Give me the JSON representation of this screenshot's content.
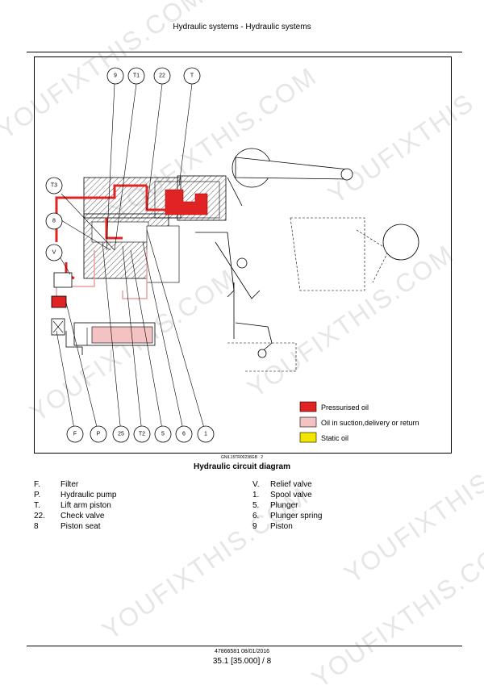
{
  "header": {
    "title": "Hydraulic systems - Hydraulic systems"
  },
  "diagram": {
    "callouts_top": [
      "9",
      "T1",
      "22",
      "T"
    ],
    "callouts_left": [
      "T3",
      "8",
      "V"
    ],
    "callouts_bottom": [
      "F",
      "P",
      "25",
      "T2",
      "5",
      "6",
      "1"
    ],
    "legend": [
      {
        "label": "Pressurised oil",
        "color": "#e02424"
      },
      {
        "label": "Oil in suction,delivery or return",
        "color": "#f4c2c2"
      },
      {
        "label": "Static oil",
        "color": "#f2e600"
      }
    ]
  },
  "figure": {
    "code": "GNIL15TR00238GB",
    "number": "2",
    "caption": "Hydraulic circuit diagram"
  },
  "key": {
    "left": [
      {
        "code": "F.",
        "name": "Filter"
      },
      {
        "code": "P.",
        "name": "Hydraulic pump"
      },
      {
        "code": "T.",
        "name": "Lift arm piston"
      },
      {
        "code": "22.",
        "name": "Check valve"
      },
      {
        "code": "8",
        "name": "Piston seat"
      }
    ],
    "right": [
      {
        "code": "V.",
        "name": "Relief valve"
      },
      {
        "code": "1.",
        "name": "Spool valve"
      },
      {
        "code": "5.",
        "name": "Plunger"
      },
      {
        "code": "6.",
        "name": "Plunger spring"
      },
      {
        "code": "9",
        "name": "Piston"
      }
    ]
  },
  "watermarks": [
    "YOUFIXTHIS.COM",
    "YOUFIXTHIS"
  ],
  "footer": {
    "doc": "47866581 08/01/2016",
    "page": "35.1 [35.000] / 8"
  }
}
